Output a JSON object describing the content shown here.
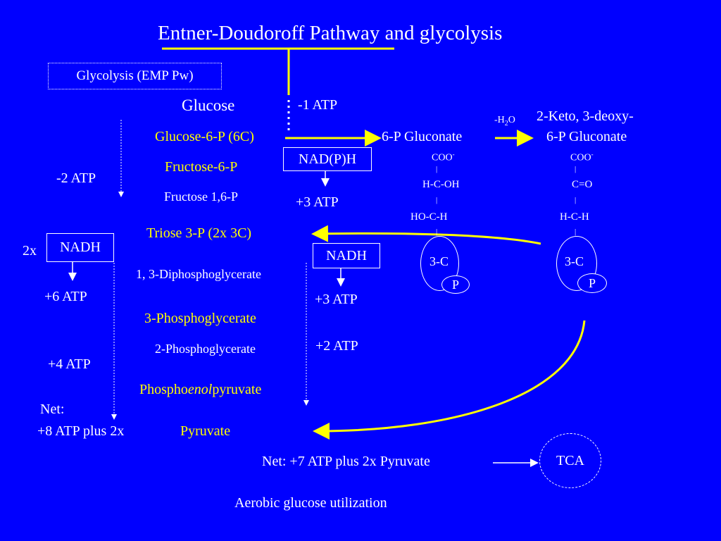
{
  "title": "Entner-Doudoroff Pathway and glycolysis",
  "glycolysis_box": "Glycolysis (EMP Pw)",
  "left_pathway": {
    "glucose": "Glucose",
    "glucose_6p": "Glucose-6-P (6C)",
    "fructose_6p": "Fructose-6-P",
    "fructose_16p": "Fructose 1,6-P",
    "triose_3p": "Triose 3-P (2x 3C)",
    "diphosphoglycerate": "1, 3-Diphosphoglycerate",
    "phosphoglycerate_3": "3-Phosphoglycerate",
    "phosphoglycerate_2": "2-Phosphoglycerate",
    "pep_prefix": "Phospho",
    "pep_italic": "enol",
    "pep_suffix": "pyruvate",
    "pyruvate": "Pyruvate"
  },
  "left_atp": {
    "minus_2": "-2 ATP",
    "two_x": "2x",
    "nadh": "NADH",
    "plus_6": "+6 ATP",
    "plus_4": "+4 ATP",
    "net_label": "Net:",
    "net_value": "+8 ATP plus 2x"
  },
  "ed_pathway": {
    "minus_1_atp": "-1 ATP",
    "gluconate_6p": "6-P Gluconate",
    "nadph": "NAD(P)H",
    "plus_3_atp_a": "+3 ATP",
    "water_prefix": "-H",
    "water_sub": "2",
    "water_suffix": "O",
    "kdpg_line1": "2-Keto, 3-deoxy-",
    "kdpg_line2": "6-P Gluconate",
    "nadh": "NADH",
    "plus_3_atp_b": "+3 ATP",
    "plus_2_atp": "+2 ATP",
    "net": "Net: +7 ATP plus 2x Pyruvate",
    "tca": "TCA",
    "footer": "Aerobic glucose utilization"
  },
  "gluconate_structure": {
    "coo": "COO",
    "charge": "-",
    "hcoh": "H-C-OH",
    "hoch": "HO-C-H",
    "three_c": "3-C",
    "p": "P",
    "bond": "|"
  },
  "kdpg_structure": {
    "coo": "COO",
    "charge": "-",
    "co": "C=O",
    "hch": "H-C-H",
    "three_c": "3-C",
    "p": "P",
    "bond": "|"
  },
  "colors": {
    "background": "#0000ff",
    "text": "#ffffff",
    "highlight": "#ffff00"
  }
}
